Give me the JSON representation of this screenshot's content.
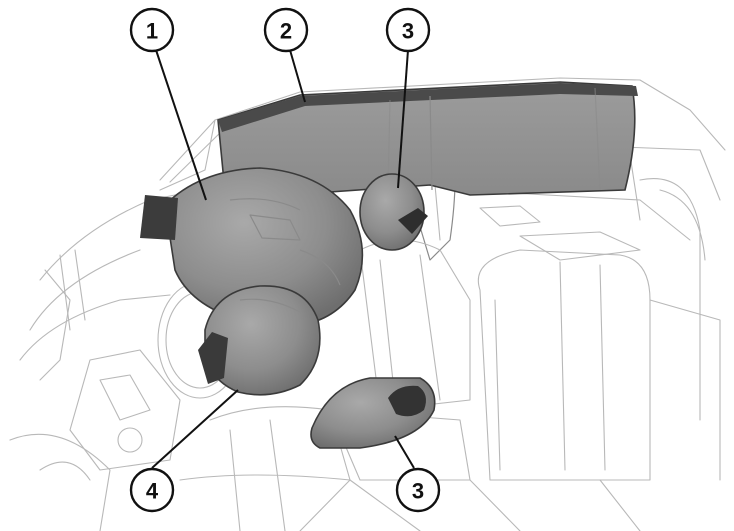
{
  "diagram": {
    "callouts": [
      {
        "id": "c1",
        "label": "1"
      },
      {
        "id": "c2",
        "label": "2"
      },
      {
        "id": "c3a",
        "label": "3"
      },
      {
        "id": "c4",
        "label": "4"
      },
      {
        "id": "c3b",
        "label": "3"
      }
    ],
    "colors": {
      "airbag_fill": "#8f8f8f",
      "airbag_shadow": "#6a6a6a",
      "curtain_fill": "#969696",
      "rail_dark": "#4a4a4a",
      "outline": "#b8b8b8",
      "callout_stroke": "#111111"
    }
  }
}
